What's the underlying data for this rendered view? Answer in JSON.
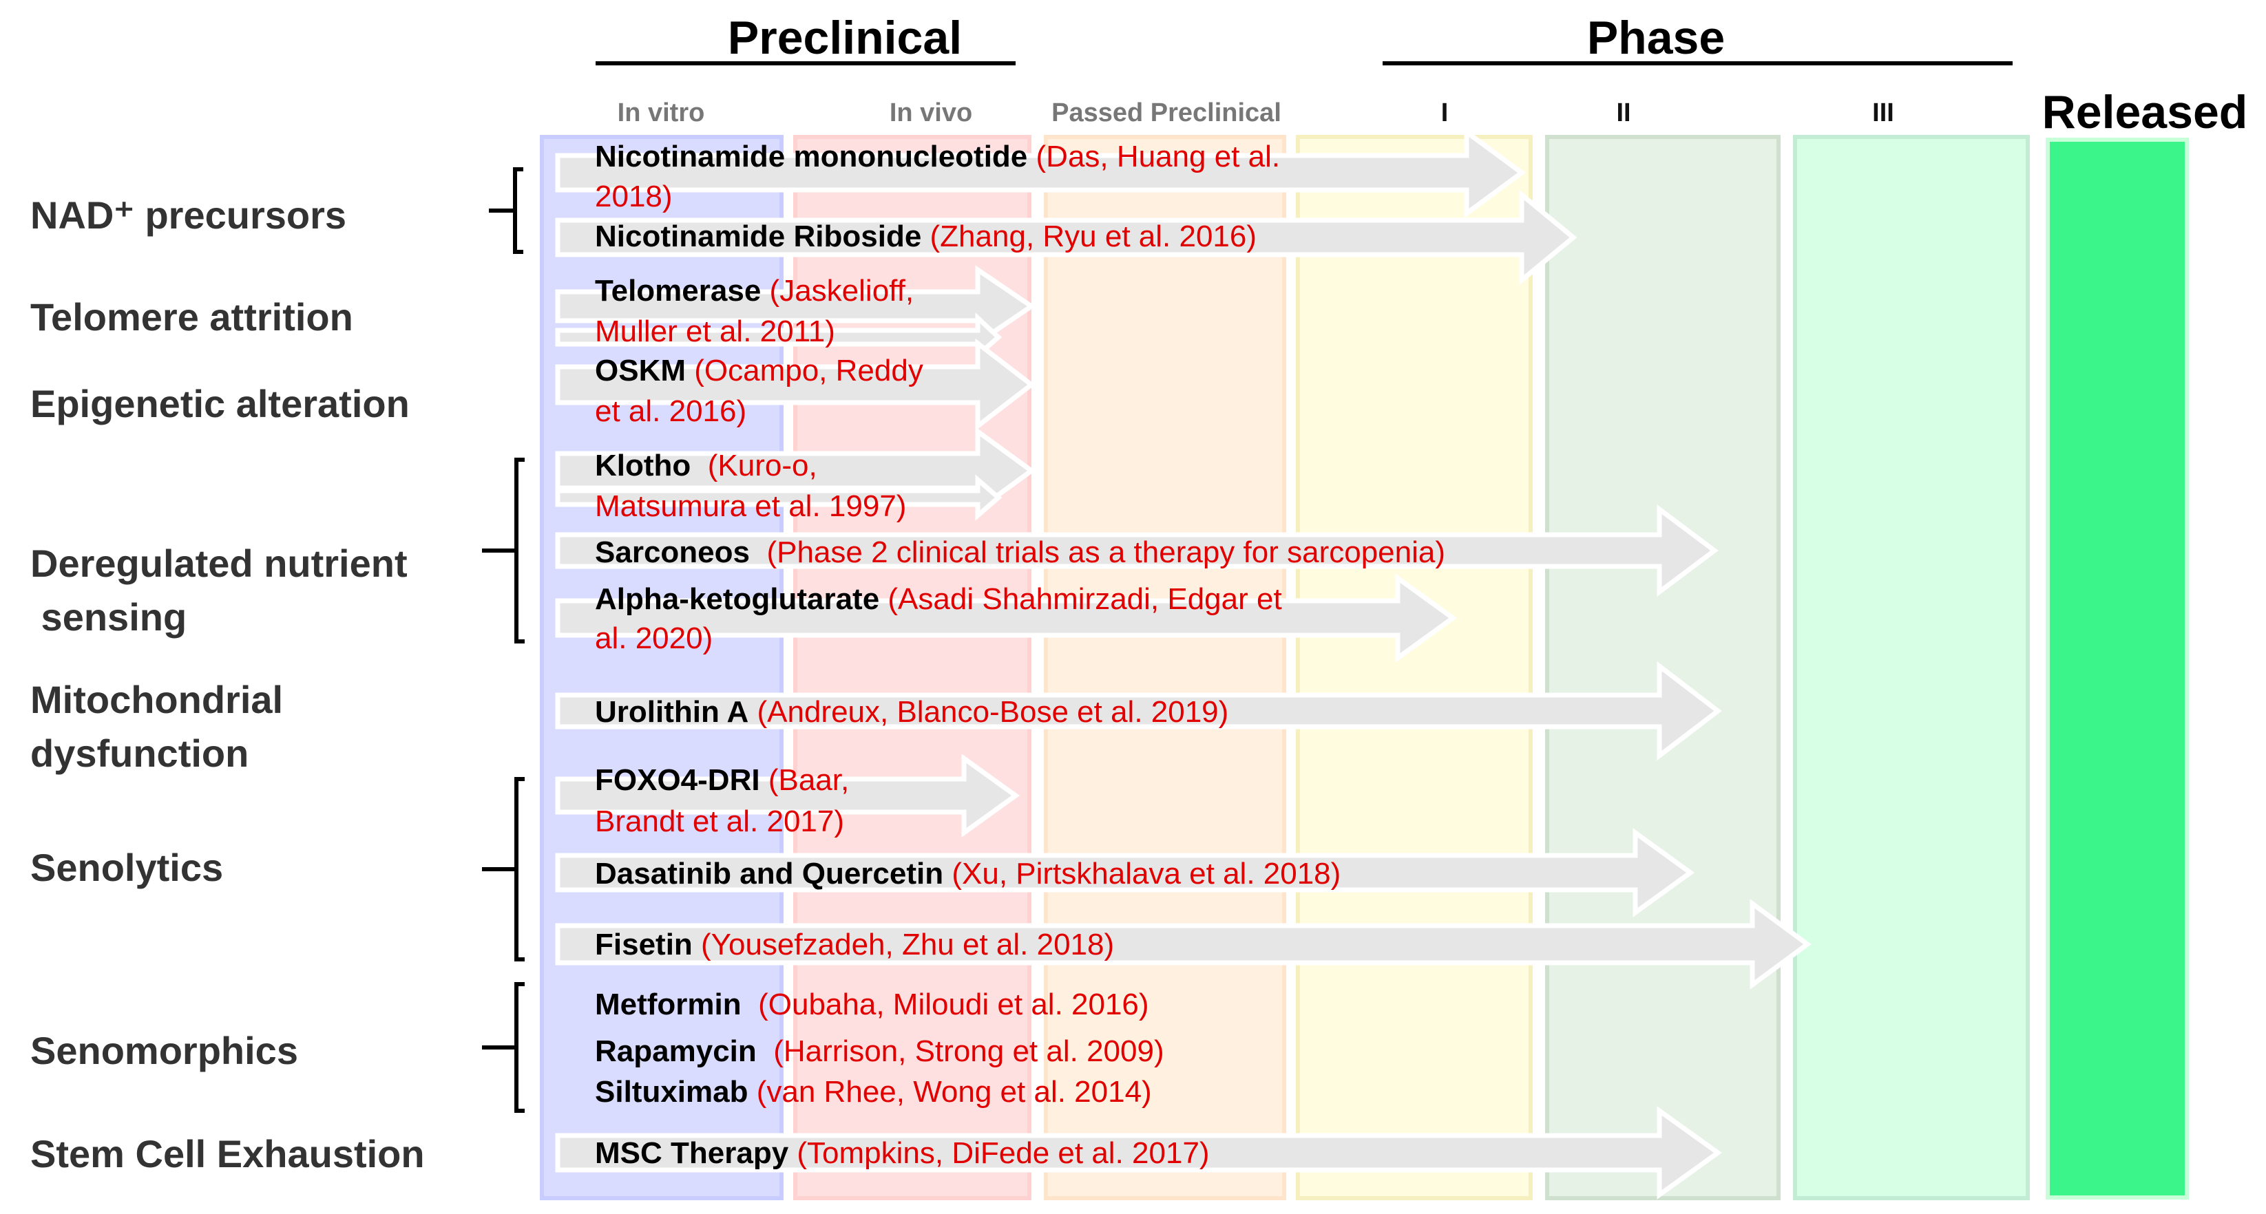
{
  "headers": {
    "preclinical": "Preclinical",
    "phase": "Phase",
    "released": "Released",
    "in_vitro": "In vitro",
    "in_vivo": "In vivo",
    "passed_preclinical": "Passed Preclinical",
    "phase_1": "I",
    "phase_2": "II",
    "phase_3": "III"
  },
  "stage_colors": [
    "#d9dcff",
    "#ffe0e0",
    "#fff0e0",
    "#fffce0",
    "#e6f2e6",
    "#d6ffe6",
    "#3cf58a"
  ],
  "categories": [
    {
      "lines": [
        "NAD⁺ precursors"
      ]
    },
    {
      "lines": [
        "Telomere attrition"
      ]
    },
    {
      "lines": [
        "Epigenetic alteration"
      ]
    },
    {
      "lines": [
        "Deregulated nutrient",
        " sensing"
      ]
    },
    {
      "lines": [
        "Mitochondrial",
        "dysfunction"
      ]
    },
    {
      "lines": [
        "Senolytics"
      ]
    },
    {
      "lines": [
        "Senomorphics"
      ]
    },
    {
      "lines": [
        "Stem Cell Exhaustion"
      ]
    }
  ],
  "therapies": [
    {
      "name": "Nicotinamide mononucleotide",
      "ref": "(Das, Huang et al.",
      "ref2": "2018)",
      "stage": "Phase I"
    },
    {
      "name": "Nicotinamide Riboside",
      "ref": "(Zhang, Ryu et al. 2016)",
      "stage": "Phase I"
    },
    {
      "name": "Telomerase",
      "ref": "(Jaskelioff,",
      "ref2": "Muller et al. 2011)",
      "stage": "In vivo"
    },
    {
      "name": "OSKM",
      "ref": "(Ocampo, Reddy",
      "ref2": "et al. 2016)",
      "stage": "In vivo"
    },
    {
      "name": "Klotho",
      "ref": "(Kuro-o,",
      "ref2": "Matsumura et al. 1997)",
      "stage": "In vivo"
    },
    {
      "name": "Sarconeos",
      "ref": "(Phase 2 clinical trials as a therapy for sarcopenia)",
      "stage": "Phase II"
    },
    {
      "name": "Alpha-ketoglutarate",
      "ref": "(Asadi Shahmirzadi, Edgar et",
      "ref2": "al. 2020)",
      "stage": "Phase I"
    },
    {
      "name": "Urolithin A",
      "ref": "(Andreux, Blanco-Bose et al. 2019)",
      "stage": "Phase II"
    },
    {
      "name": "FOXO4-DRI",
      "ref": "(Baar,",
      "ref2": "Brandt et al. 2017)",
      "stage": "In vivo"
    },
    {
      "name": "Dasatinib and Quercetin",
      "ref": "(Xu, Pirtskhalava et al. 2018)",
      "stage": "Phase II"
    },
    {
      "name": "Fisetin",
      "ref": "(Yousefzadeh, Zhu et al. 2018)",
      "stage": "Phase II"
    },
    {
      "name": "Metformin",
      "ref": "(Oubaha, Miloudi et al. 2016)",
      "stage": ""
    },
    {
      "name": "Rapamycin",
      "ref": "(Harrison, Strong et al. 2009)",
      "stage": ""
    },
    {
      "name": "Siltuximab",
      "ref": "(van Rhee, Wong et al. 2014)",
      "stage": ""
    },
    {
      "name": "MSC Therapy",
      "ref": "(Tompkins, DiFede et al. 2017)",
      "stage": "Phase II"
    }
  ]
}
